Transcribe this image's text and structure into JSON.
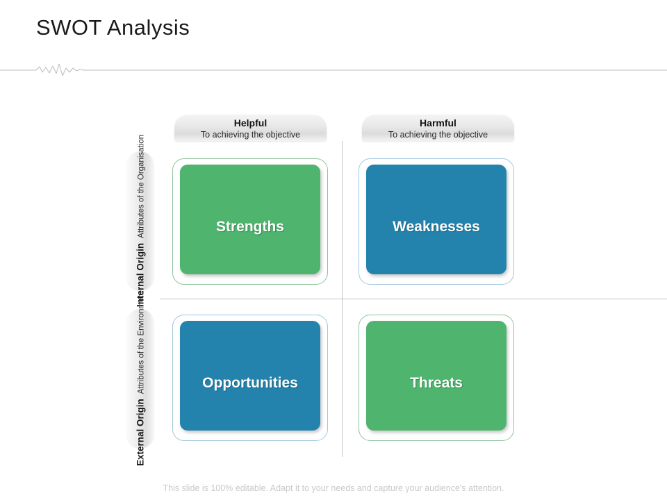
{
  "slide": {
    "title": "SWOT Analysis",
    "footer_note": "This slide is 100% editable. Adapt it to your needs and capture your audience's attention."
  },
  "columns": [
    {
      "id": "helpful",
      "title": "Helpful",
      "subtitle": "To achieving the objective"
    },
    {
      "id": "harmful",
      "title": "Harmful",
      "subtitle": "To achieving the objective"
    }
  ],
  "rows": [
    {
      "id": "internal",
      "title": "Internal Origin",
      "subtitle": "Attributes of the Organisation"
    },
    {
      "id": "external",
      "title": "External Origin",
      "subtitle": "Attributes of the Environment"
    }
  ],
  "quadrants": [
    {
      "id": "strengths",
      "label": "Strengths",
      "color": "#4eb46e",
      "ring": "#8fc49d"
    },
    {
      "id": "weaknesses",
      "label": "Weaknesses",
      "color": "#2383ac",
      "ring": "#9fc8dd"
    },
    {
      "id": "opportunities",
      "label": "Opportunities",
      "color": "#2383ac",
      "ring": "#9fc8dd"
    },
    {
      "id": "threats",
      "label": "Threats",
      "color": "#4eb46e",
      "ring": "#8fc49d"
    }
  ],
  "decor": {
    "rule_icon": "pulse-line-icon"
  }
}
